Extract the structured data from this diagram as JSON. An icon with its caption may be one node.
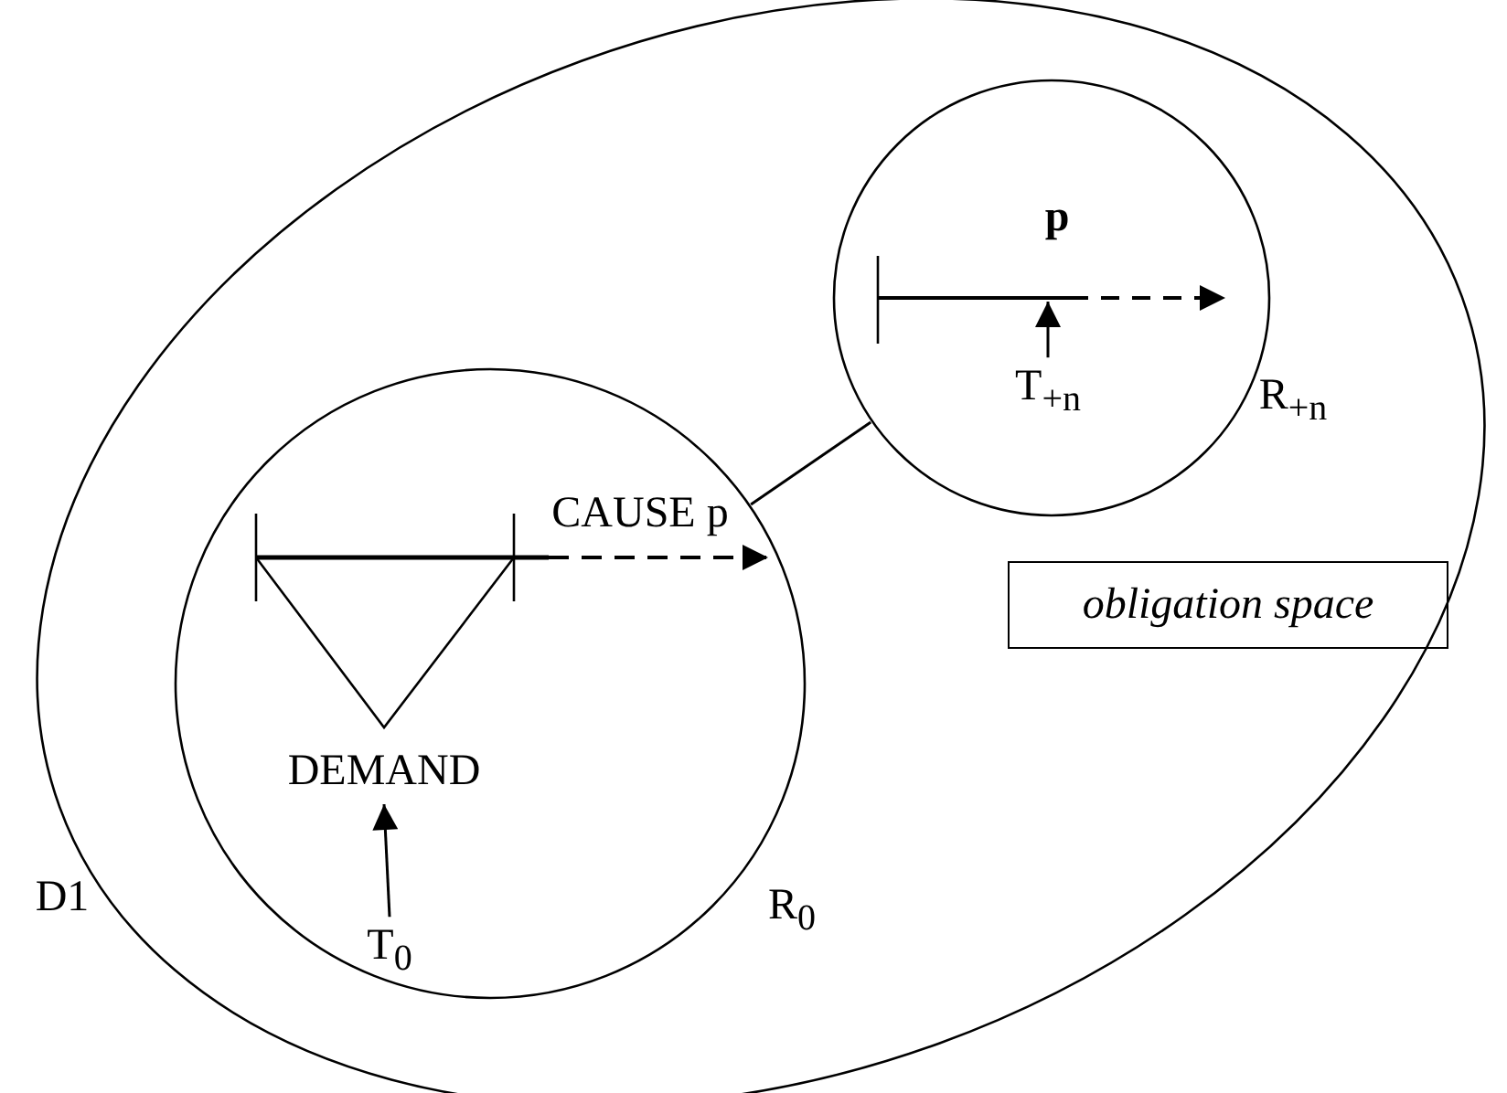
{
  "diagram": {
    "nodes": [
      {
        "text": [
          "D1"
        ]
      },
      {
        "text": [
          "R$_{0}$"
        ],
        "in": 0
      },
      {
        "text": [
          "R$_{+n}$"
        ],
        "in": 0
      },
      {
        "text": [
          "obligation space"
        ],
        "in": 0
      },
      {
        "text": [
          "DEMAND"
        ],
        "in": 1
      },
      {
        "text": [
          "T$_{0}$"
        ],
        "in": 1
      },
      {
        "text": [
          "T$_{+n}$"
        ],
        "in": 2
      }
    ],
    "edges": [
      {
        "from": 1,
        "to": 2,
        "arrow": "none"
      },
      {
        "from": 5,
        "to": 4,
        "arrow": "to"
      },
      {
        "from": 6,
        "to": null,
        "arrow": "to"
      }
    ],
    "labels": [
      "p",
      "CAUSE p"
    ]
  }
}
